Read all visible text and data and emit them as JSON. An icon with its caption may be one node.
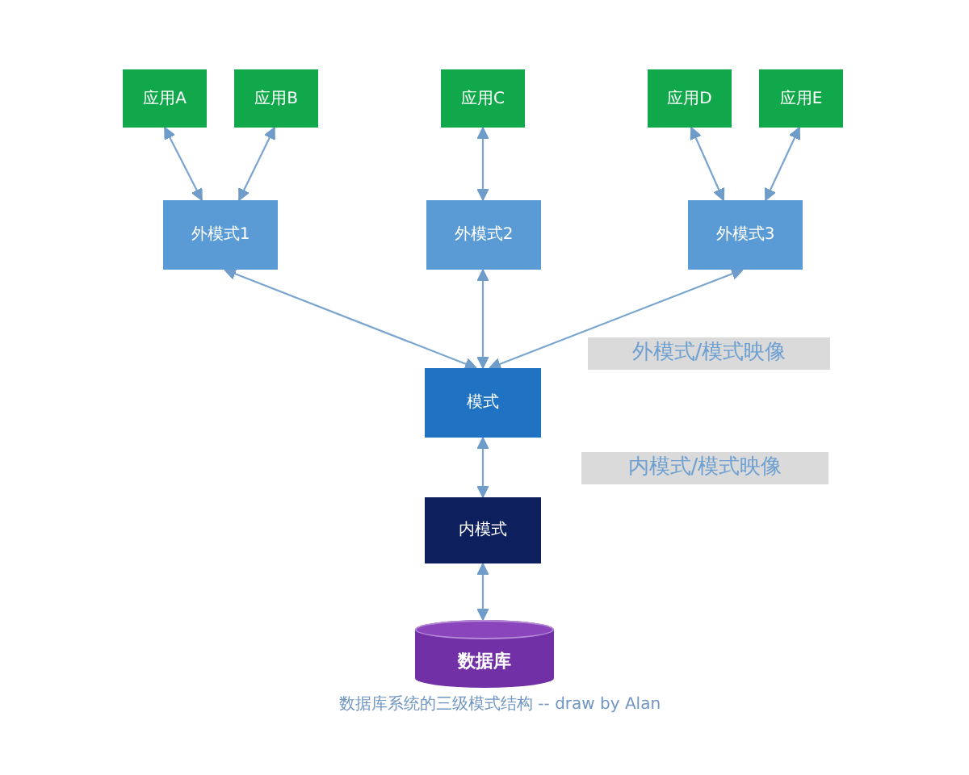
{
  "diagram": {
    "caption": "数据库系统的三级模式结构 -- draw by Alan",
    "nodes": [
      {
        "text": [
          "应用A"
        ]
      },
      {
        "text": [
          "应用B"
        ]
      },
      {
        "text": [
          "应用C"
        ]
      },
      {
        "text": [
          "应用D"
        ]
      },
      {
        "text": [
          "应用E"
        ]
      },
      {
        "text": [
          "外模式1"
        ]
      },
      {
        "text": [
          "外模式2"
        ]
      },
      {
        "text": [
          "外模式3"
        ]
      },
      {
        "text": [
          "外模式/模式映像"
        ]
      },
      {
        "text": [
          "模式"
        ]
      },
      {
        "text": [
          "内模式/模式映像"
        ]
      },
      {
        "text": [
          "内模式"
        ]
      },
      {
        "text": [
          "数据库"
        ]
      }
    ],
    "edges": [
      {
        "from": 0,
        "to": 5,
        "arrow": "both"
      },
      {
        "from": 1,
        "to": 5,
        "arrow": "both"
      },
      {
        "from": 2,
        "to": 6,
        "arrow": "both"
      },
      {
        "from": 3,
        "to": 7,
        "arrow": "both"
      },
      {
        "from": 4,
        "to": 7,
        "arrow": "both"
      },
      {
        "from": 5,
        "to": 9,
        "arrow": "both"
      },
      {
        "from": 6,
        "to": 9,
        "arrow": "both"
      },
      {
        "from": 7,
        "to": 9,
        "arrow": "both"
      },
      {
        "from": 9,
        "to": 11,
        "arrow": "both"
      },
      {
        "from": 11,
        "to": 12,
        "arrow": "both"
      }
    ]
  }
}
